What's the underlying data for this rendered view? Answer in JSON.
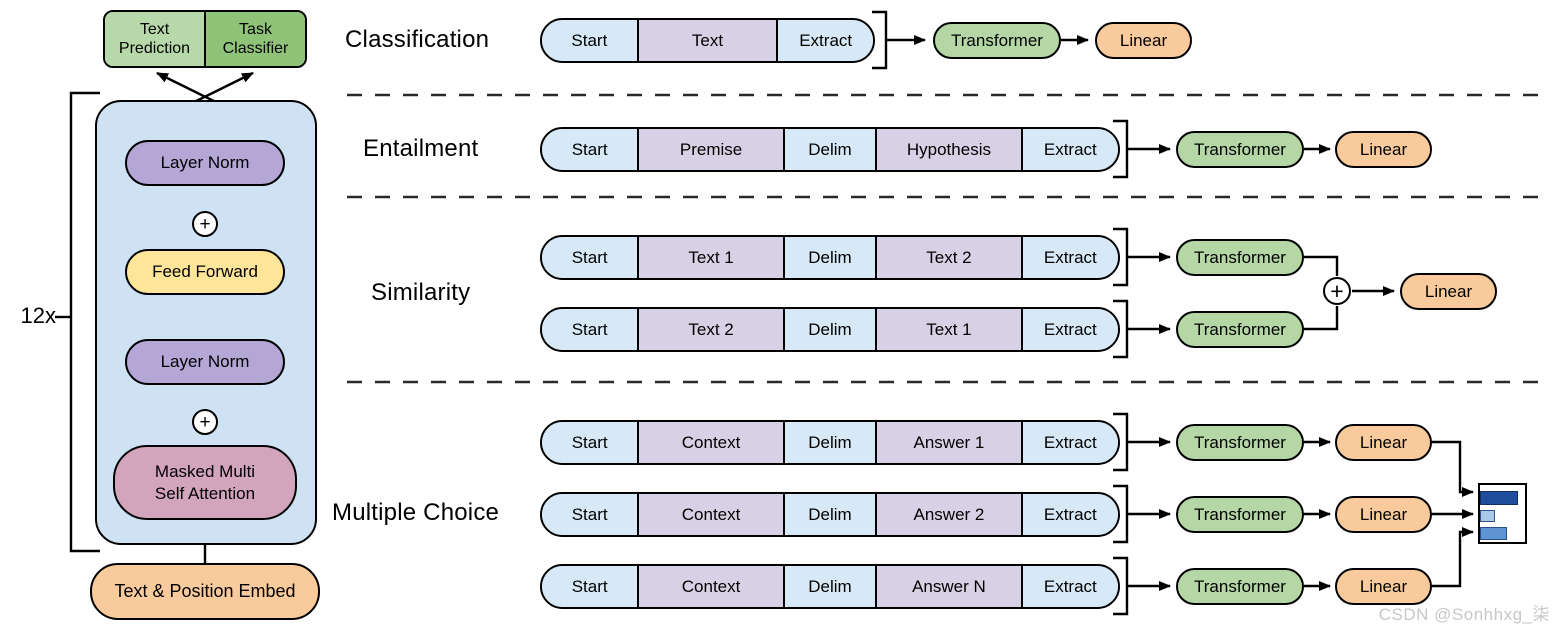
{
  "figure": {
    "watermark": "CSDN @Sonhhxg_柒"
  },
  "left_diagram": {
    "repeat_label": "12x",
    "heads": {
      "text_prediction": "Text Prediction",
      "task_classifier": "Task Classifier"
    },
    "layer_norm_top": "Layer Norm",
    "feed_forward": "Feed Forward",
    "layer_norm_bottom": "Layer Norm",
    "attention_line1": "Masked Multi",
    "attention_line2": "Self Attention",
    "embed": "Text & Position Embed",
    "plus": "+"
  },
  "tasks": {
    "classification": {
      "label": "Classification",
      "segments": [
        "Start",
        "Text",
        "Extract"
      ],
      "transformer": "Transformer",
      "linear": "Linear"
    },
    "entailment": {
      "label": "Entailment",
      "segments": [
        "Start",
        "Premise",
        "Delim",
        "Hypothesis",
        "Extract"
      ],
      "transformer": "Transformer",
      "linear": "Linear"
    },
    "similarity": {
      "label": "Similarity",
      "row1": [
        "Start",
        "Text 1",
        "Delim",
        "Text 2",
        "Extract"
      ],
      "row2": [
        "Start",
        "Text 2",
        "Delim",
        "Text 1",
        "Extract"
      ],
      "transformer1": "Transformer",
      "transformer2": "Transformer",
      "plus": "+",
      "linear": "Linear"
    },
    "multiple_choice": {
      "label": "Multiple Choice",
      "rows": [
        [
          "Start",
          "Context",
          "Delim",
          "Answer 1",
          "Extract"
        ],
        [
          "Start",
          "Context",
          "Delim",
          "Answer 2",
          "Extract"
        ],
        [
          "Start",
          "Context",
          "Delim",
          "Answer N",
          "Extract"
        ]
      ],
      "transformers": [
        "Transformer",
        "Transformer",
        "Transformer"
      ],
      "linears": [
        "Linear",
        "Linear",
        "Linear"
      ]
    }
  },
  "colors": {
    "block_blue": "#cfe2f3",
    "segment_blue": "#d7e9f7",
    "segment_lavender": "#d8d0e4",
    "layer_norm_purple": "#b4a7d6",
    "feed_forward_yellow": "#ffe599",
    "attention_pink": "#d3a5bc",
    "embed_orange": "#f9cb9c",
    "transformer_green": "#b5d7a6",
    "head_light_green": "#b7d8a9",
    "head_dark_green": "#8fc478",
    "bar_dark_blue": "#1f4c9c",
    "bar_light_blue": "#aac8e8",
    "bar_mid_blue": "#5e94d4"
  }
}
